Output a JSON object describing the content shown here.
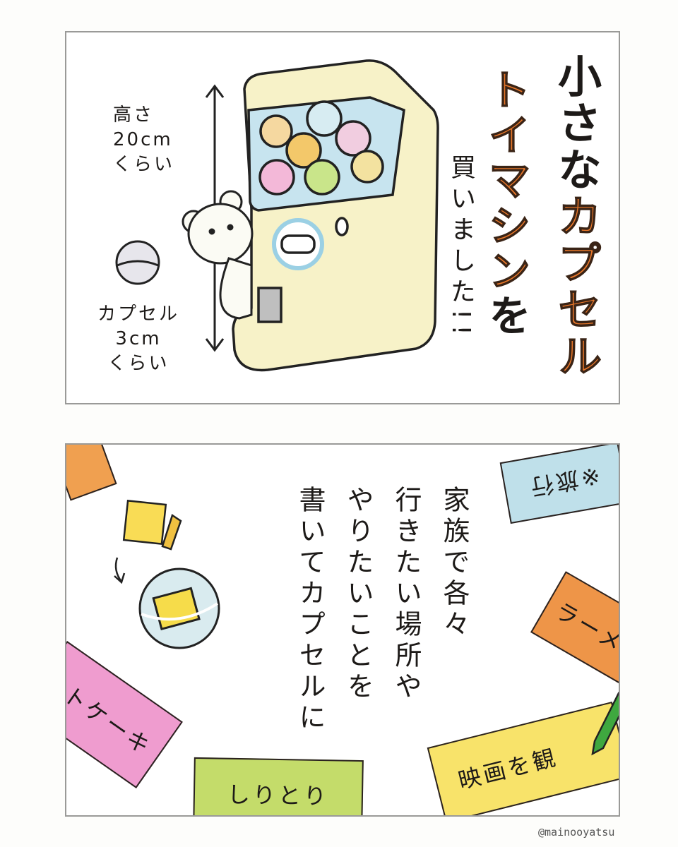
{
  "panel1": {
    "title_part1": "小さな",
    "title_part2": "カプセル",
    "title_part3": "トイマシン",
    "title_part4": "を",
    "subtitle": "買いました!!",
    "height_label": [
      "高さ",
      "20cm",
      "くらい"
    ],
    "capsule_label": [
      "カプセル",
      "3cm",
      "くらい"
    ]
  },
  "panel2": {
    "columns": [
      "家族で各々",
      "行きたい場所や",
      "やりたいことを",
      "書いてカプセルに"
    ],
    "cards": {
      "blue": "※旅行",
      "orange": "ラーメ",
      "pink": "ットケーキ",
      "green": "しりとり",
      "yellow": "映画を観"
    }
  },
  "watermark": "@mainooyatsu",
  "colors": {
    "orange": "#e8772a",
    "machine": "#f7f2c8",
    "blue_card": "#bfe0ea",
    "pink_card": "#ef9ccf",
    "green_card": "#c4dc6a",
    "yellow_card": "#f8e36a"
  }
}
